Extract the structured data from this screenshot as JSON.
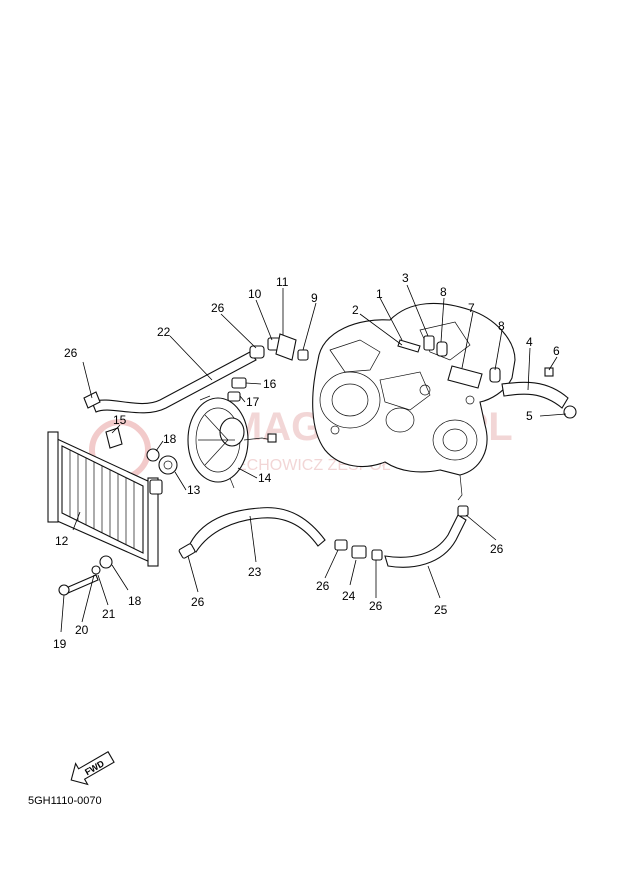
{
  "watermark": {
    "title": "AMAGSKLEP.PL",
    "subtitle": "CIECHOWICZ  ZESPÓŁ  YAMAHA"
  },
  "diagram_code": "5GH1110-0070",
  "fwd_label": "FWD",
  "callouts": [
    "1",
    "2",
    "3",
    "4",
    "5",
    "6",
    "7",
    "8",
    "8",
    "9",
    "10",
    "11",
    "12",
    "13",
    "14",
    "15",
    "16",
    "17",
    "18",
    "18",
    "19",
    "20",
    "21",
    "22",
    "23",
    "24",
    "25",
    "26",
    "26",
    "26",
    "26",
    "26",
    "26"
  ]
}
